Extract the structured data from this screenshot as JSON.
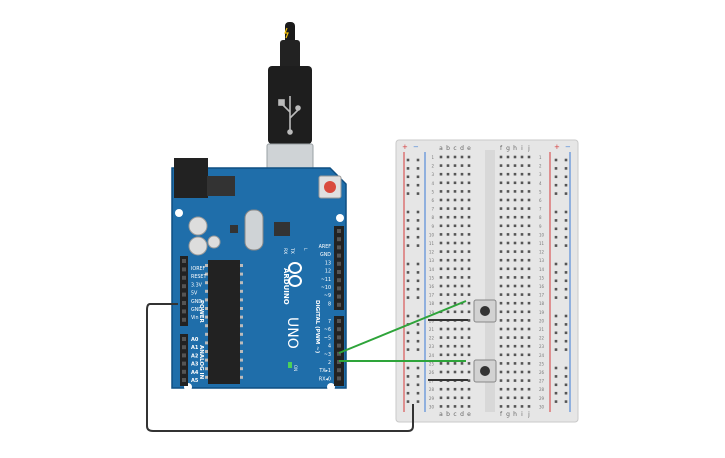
{
  "colors": {
    "board": "#1a6aa8",
    "board_edge": "#0f4f82",
    "breadboard": "#e6e6e6",
    "rail_red": "#d63a3a",
    "rail_blue": "#3a7ad6",
    "wire_green": "#2ea43a",
    "wire_black": "#333333",
    "usb_cable": "#222222"
  },
  "icons": [
    "usb-connector-icon",
    "arduino-logo-icon",
    "reset-button-icon",
    "pushbutton-icon"
  ],
  "arduino": {
    "brand": "ARDUINO",
    "model": "UNO",
    "tx_label": "TX",
    "rx_label": "RX",
    "l_label": "L",
    "on_label": "ON",
    "power_group": "POWER",
    "analog_group": "ANALOG IN",
    "digital_group": "DIGITAL (PWM ~)",
    "power_pins": [
      "IOREF",
      "RESET",
      "3.3V",
      "5V",
      "GND",
      "GND",
      "Vin"
    ],
    "analog_pins": [
      "A0",
      "A1",
      "A2",
      "A3",
      "A4",
      "A5"
    ],
    "digital_top": [
      "AREF",
      "GND",
      "13",
      "12",
      "~11",
      "~10",
      "~9",
      "8"
    ],
    "digital_bottom": [
      "7",
      "~6",
      "~5",
      "4",
      "~3",
      "2",
      "TX▸1",
      "RX◂0"
    ]
  },
  "breadboard": {
    "plus": "+",
    "minus": "−",
    "cols_left": [
      "a",
      "b",
      "c",
      "d",
      "e"
    ],
    "cols_right": [
      "f",
      "g",
      "h",
      "i",
      "j"
    ],
    "rows": 30
  }
}
